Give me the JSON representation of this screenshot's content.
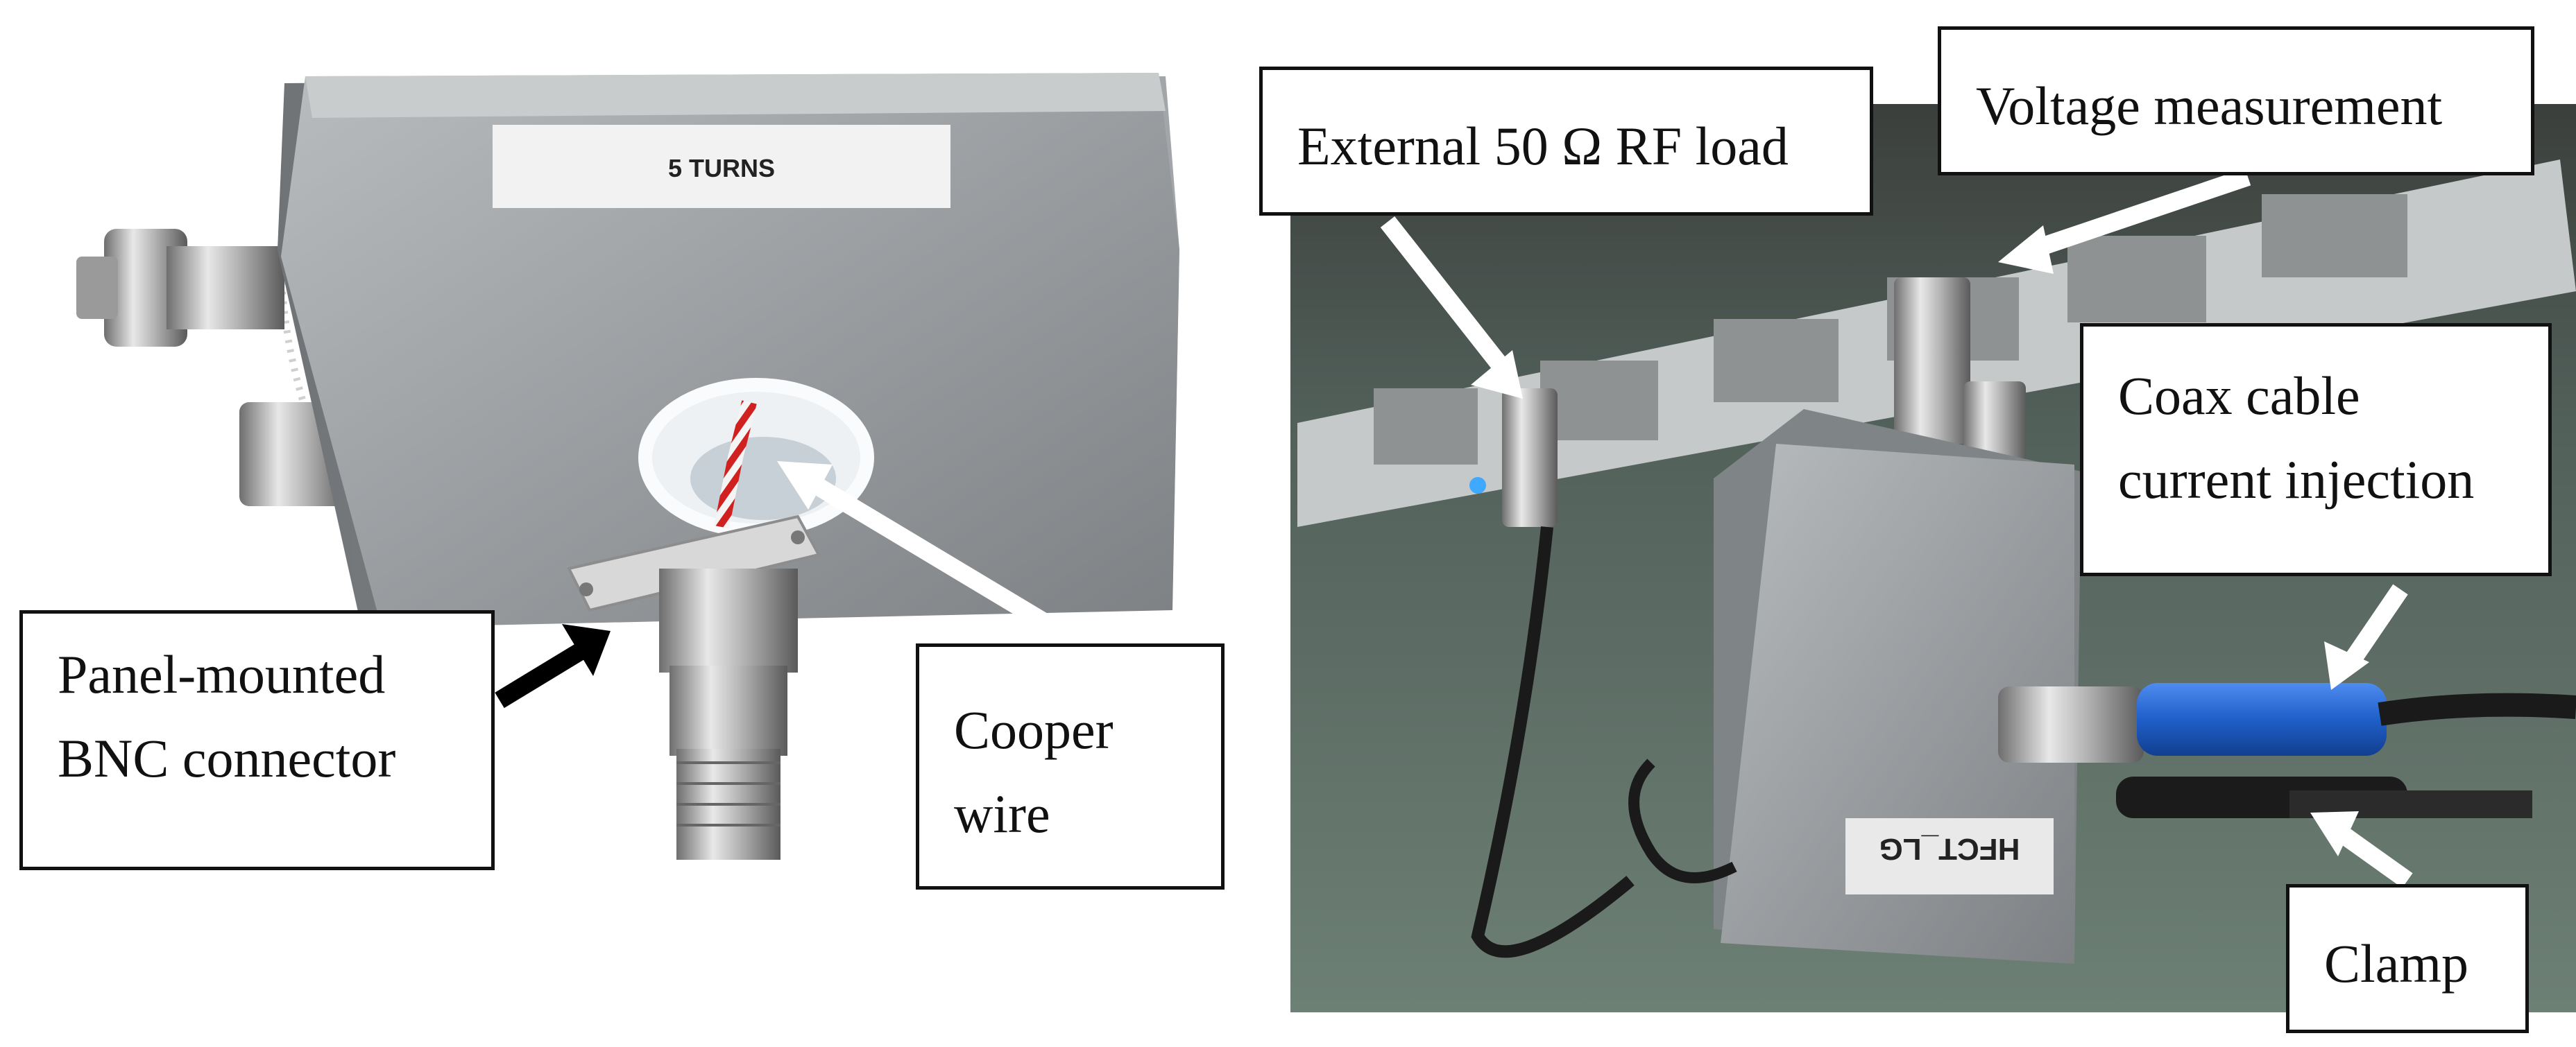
{
  "left_photo": {
    "box_label": "5 TURNS",
    "callouts": {
      "panel_connector": [
        "Panel-mounted",
        "BNC connector"
      ],
      "copper_wire": [
        "Cooper",
        "wire"
      ]
    }
  },
  "right_photo": {
    "device_label": "HFCT_LG",
    "callouts": {
      "rf_load": "External 50 Ω RF load",
      "voltage": "Voltage measurement",
      "coax": [
        "Coax cable",
        "current injection"
      ],
      "clamp": "Clamp"
    }
  },
  "colors": {
    "arrow_white": "#ffffff",
    "arrow_black": "#000000",
    "coax_blue": "#1f5fc9",
    "metal": "#8f9396",
    "background_green": "#5c6f64"
  }
}
